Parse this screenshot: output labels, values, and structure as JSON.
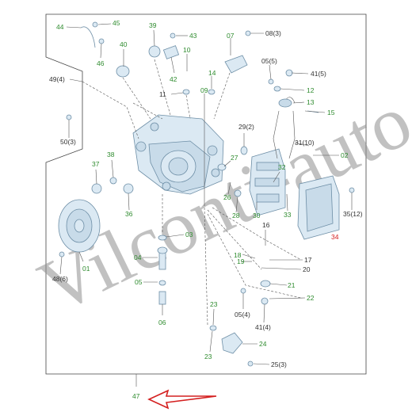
{
  "diagram": {
    "watermark": "Vilconti-auto",
    "callouts": [
      {
        "id": "44",
        "text": "44",
        "color": "g"
      },
      {
        "id": "45",
        "text": "45",
        "color": "g"
      },
      {
        "id": "46",
        "text": "46",
        "color": "g"
      },
      {
        "id": "40",
        "text": "40",
        "color": "g"
      },
      {
        "id": "39",
        "text": "39",
        "color": "g"
      },
      {
        "id": "43",
        "text": "43",
        "color": "g"
      },
      {
        "id": "07",
        "text": "07",
        "color": "g"
      },
      {
        "id": "08",
        "text": "08(3)",
        "color": "k"
      },
      {
        "id": "10",
        "text": "10",
        "color": "g"
      },
      {
        "id": "42",
        "text": "42",
        "color": "g"
      },
      {
        "id": "05a",
        "text": "05(5)",
        "color": "k"
      },
      {
        "id": "41a",
        "text": "41(5)",
        "color": "k"
      },
      {
        "id": "49",
        "text": "49(4)",
        "color": "k"
      },
      {
        "id": "14",
        "text": "14",
        "color": "g"
      },
      {
        "id": "09",
        "text": "09",
        "color": "g"
      },
      {
        "id": "11",
        "text": "11",
        "color": "k"
      },
      {
        "id": "12",
        "text": "12",
        "color": "g"
      },
      {
        "id": "13",
        "text": "13",
        "color": "g"
      },
      {
        "id": "15",
        "text": "15",
        "color": "g"
      },
      {
        "id": "50",
        "text": "50(3)",
        "color": "k"
      },
      {
        "id": "29",
        "text": "29(2)",
        "color": "k"
      },
      {
        "id": "31",
        "text": "31(10)",
        "color": "k"
      },
      {
        "id": "02",
        "text": "02",
        "color": "g"
      },
      {
        "id": "38",
        "text": "38",
        "color": "g"
      },
      {
        "id": "37",
        "text": "37",
        "color": "g"
      },
      {
        "id": "27",
        "text": "27",
        "color": "g"
      },
      {
        "id": "32",
        "text": "32",
        "color": "g"
      },
      {
        "id": "26",
        "text": "26",
        "color": "g"
      },
      {
        "id": "28",
        "text": "28",
        "color": "g"
      },
      {
        "id": "36",
        "text": "36",
        "color": "g"
      },
      {
        "id": "30",
        "text": "30",
        "color": "g"
      },
      {
        "id": "33",
        "text": "33",
        "color": "g"
      },
      {
        "id": "35",
        "text": "35(12)",
        "color": "k"
      },
      {
        "id": "34",
        "text": "34",
        "color": "r"
      },
      {
        "id": "16",
        "text": "16",
        "color": "k"
      },
      {
        "id": "03",
        "text": "03",
        "color": "g"
      },
      {
        "id": "18",
        "text": "18",
        "color": "g"
      },
      {
        "id": "17",
        "text": "17",
        "color": "k"
      },
      {
        "id": "19",
        "text": "19",
        "color": "g"
      },
      {
        "id": "20",
        "text": "20",
        "color": "k"
      },
      {
        "id": "04",
        "text": "04",
        "color": "g"
      },
      {
        "id": "01",
        "text": "01",
        "color": "g"
      },
      {
        "id": "48",
        "text": "48(6)",
        "color": "k"
      },
      {
        "id": "05b",
        "text": "05",
        "color": "g"
      },
      {
        "id": "21",
        "text": "21",
        "color": "g"
      },
      {
        "id": "22",
        "text": "22",
        "color": "g"
      },
      {
        "id": "06",
        "text": "06",
        "color": "g"
      },
      {
        "id": "05c",
        "text": "05(4)",
        "color": "k"
      },
      {
        "id": "41b",
        "text": "41(4)",
        "color": "k"
      },
      {
        "id": "23a",
        "text": "23",
        "color": "g"
      },
      {
        "id": "24",
        "text": "24",
        "color": "g"
      },
      {
        "id": "23b",
        "text": "23",
        "color": "g"
      },
      {
        "id": "25",
        "text": "25(3)",
        "color": "k"
      },
      {
        "id": "47",
        "text": "47",
        "color": "g"
      }
    ],
    "colors": {
      "green": "#2e8b2e",
      "black": "#333333",
      "red": "#d42020",
      "arrow": "#d42020"
    }
  }
}
